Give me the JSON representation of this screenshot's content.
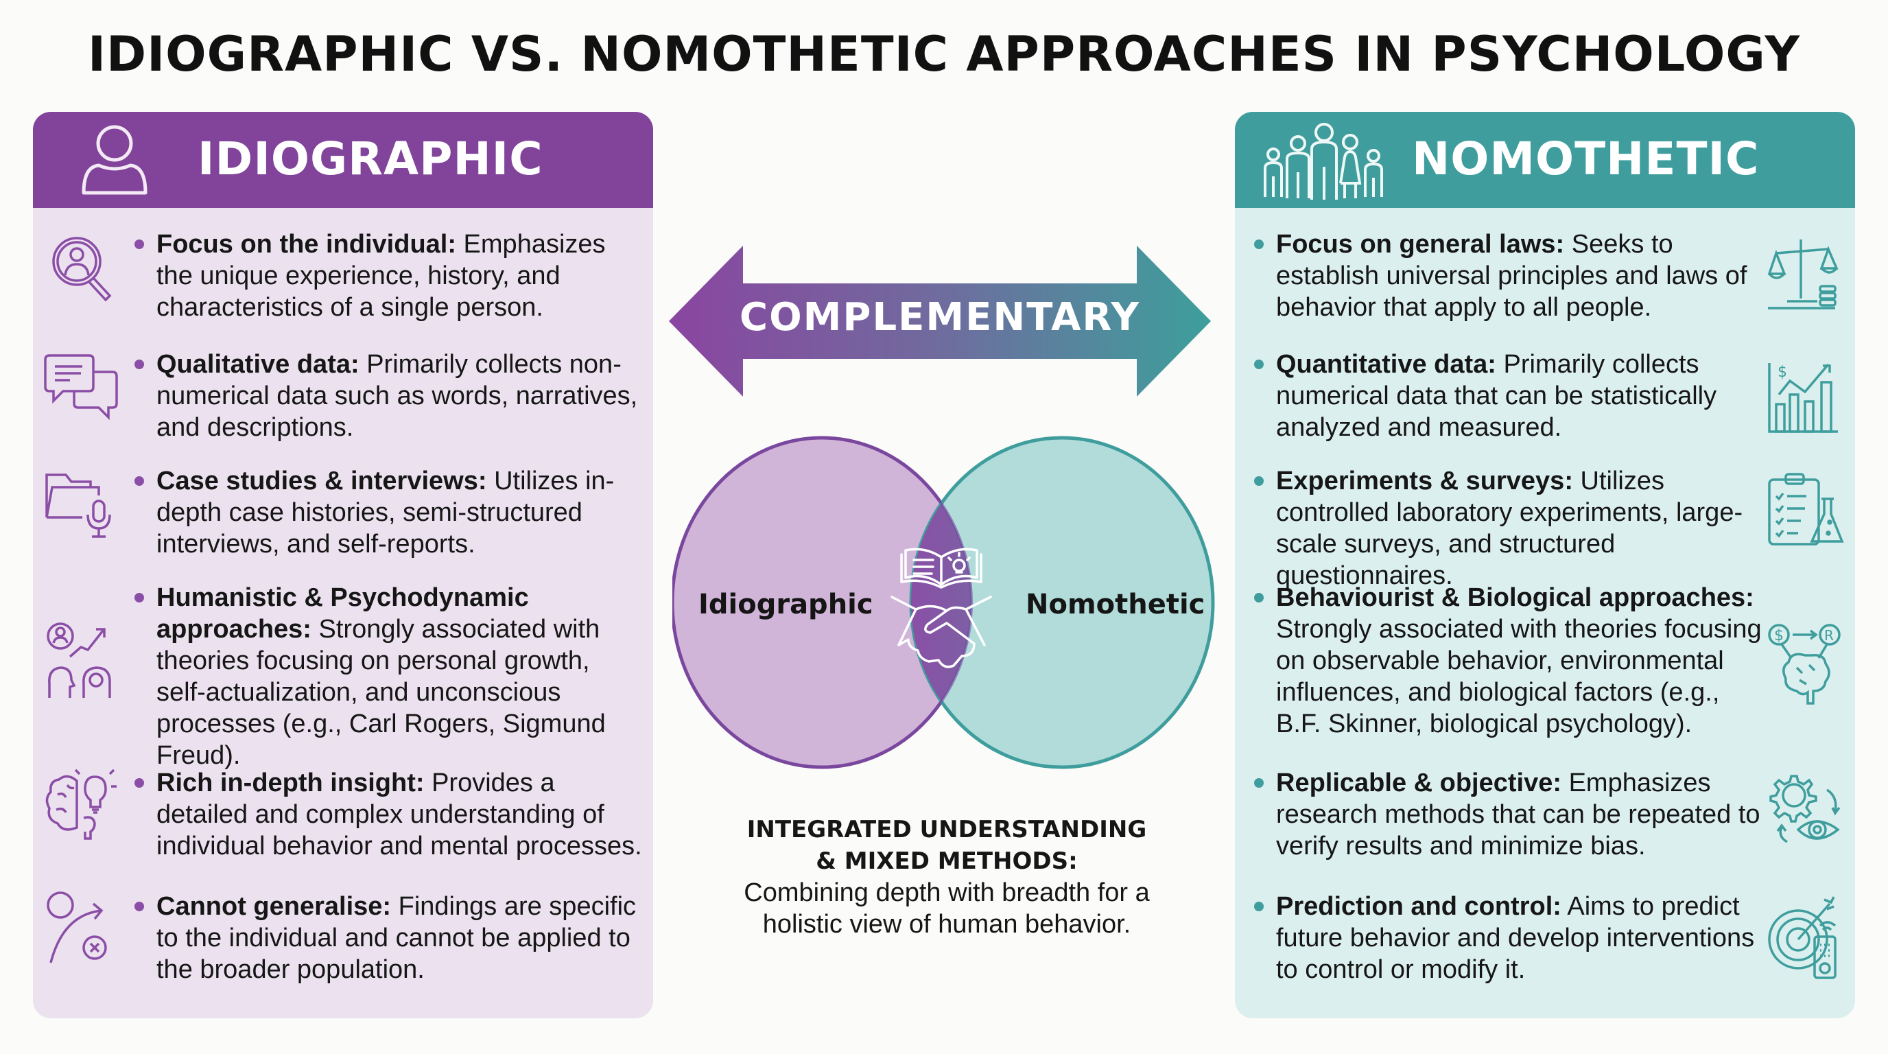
{
  "title": "IDIOGRAPHIC VS. NOMOTHETIC APPROACHES IN PSYCHOLOGY",
  "colors": {
    "idiographic": "#81449a",
    "nomothetic": "#3f9e9d",
    "idiographic_bg": "#ece2ef",
    "nomothetic_bg": "#dcefef"
  },
  "left_panel": {
    "heading": "IDIOGRAPHIC",
    "icon": "person-icon",
    "items": [
      {
        "icon": "magnifier-person-icon",
        "bold": "Focus on the individual:",
        "text": " Emphasizes the unique experience, history, and characteristics of a single person."
      },
      {
        "icon": "chat-bubbles-icon",
        "bold": "Qualitative data:",
        "text": " Primarily collects non-numerical data such as words, narratives, and descriptions."
      },
      {
        "icon": "folder-microphone-icon",
        "bold": "Case studies & interviews:",
        "text": " Utilizes in-depth case histories, semi-structured interviews, and self-reports."
      },
      {
        "icon": "growth-heads-icon",
        "bold": "Humanistic & Psychodynamic approaches:",
        "text": " Strongly associated with theories focusing on personal growth, self-actualization, and unconscious processes (e.g., Carl Rogers, Sigmund Freud)."
      },
      {
        "icon": "brain-lightbulb-icon",
        "bold": "Rich in-depth insight:",
        "text": " Provides a detailed and complex understanding of individual behavior and mental processes."
      },
      {
        "icon": "no-generalise-icon",
        "bold": "Cannot generalise:",
        "text": " Findings are specific to the individual and cannot be applied to the broader population."
      }
    ]
  },
  "right_panel": {
    "heading": "NOMOTHETIC",
    "icon": "group-of-people-icon",
    "items": [
      {
        "icon": "scales-icon",
        "bold": "Focus on general laws:",
        "text": " Seeks to establish universal principles and laws of behavior that apply to all people."
      },
      {
        "icon": "bar-chart-icon",
        "bold": "Quantitative data:",
        "text": " Primarily collects numerical data that can be statistically analyzed and measured."
      },
      {
        "icon": "clipboard-flask-icon",
        "bold": "Experiments & surveys:",
        "text": " Utilizes controlled laboratory experiments, large-scale surveys, and structured questionnaires."
      },
      {
        "icon": "stimulus-response-brain-icon",
        "bold": "Behaviourist & Biological approaches:",
        "text": " Strongly associated with theories focusing on observable behavior, environmental influences, and biological factors (e.g., B.F. Skinner, biological psychology)."
      },
      {
        "icon": "gear-eye-cycle-icon",
        "bold": "Replicable & objective:",
        "text": " Emphasizes research methods that can be repeated to verify results and minimize bias."
      },
      {
        "icon": "target-remote-icon",
        "bold": "Prediction and control:",
        "text": " Aims to predict future behavior and develop interventions to control or modify it."
      }
    ]
  },
  "center": {
    "arrow_label": "COMPLEMENTARY",
    "venn": {
      "left_label": "Idiographic",
      "right_label": "Nomothetic",
      "overlap_icon": "handshake-book-icon"
    },
    "heading_line1": "INTEGRATED UNDERSTANDING",
    "heading_line2": "& MIXED METHODS:",
    "body_line1": "Combining depth with breadth for a",
    "body_line2": "holistic view of human behavior."
  }
}
